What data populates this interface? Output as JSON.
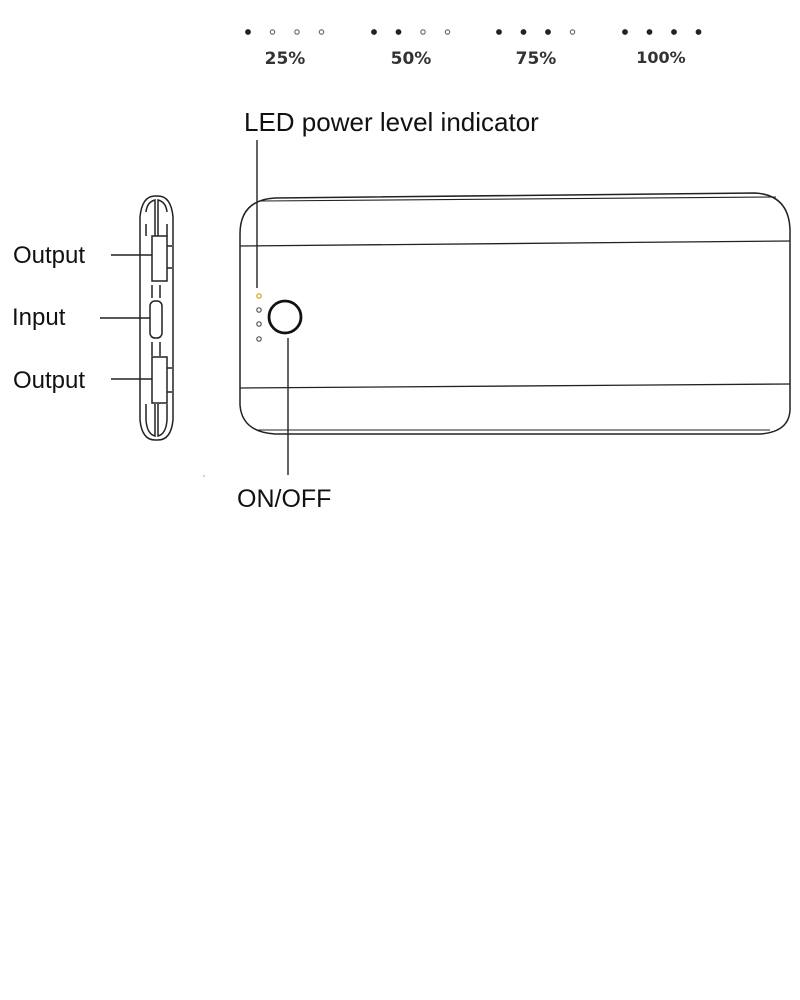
{
  "power_levels": [
    {
      "label": "25%",
      "lit": 1
    },
    {
      "label": "50%",
      "lit": 2
    },
    {
      "label": "75%",
      "lit": 3
    },
    {
      "label": "100%",
      "lit": 4
    }
  ],
  "labels": {
    "led_indicator": "LED power level indicator",
    "on_off": "ON/OFF",
    "side_ports": [
      "Output",
      "Input",
      "Output"
    ]
  },
  "colors": {
    "line": "#222222",
    "led_active": "#d4a017"
  }
}
